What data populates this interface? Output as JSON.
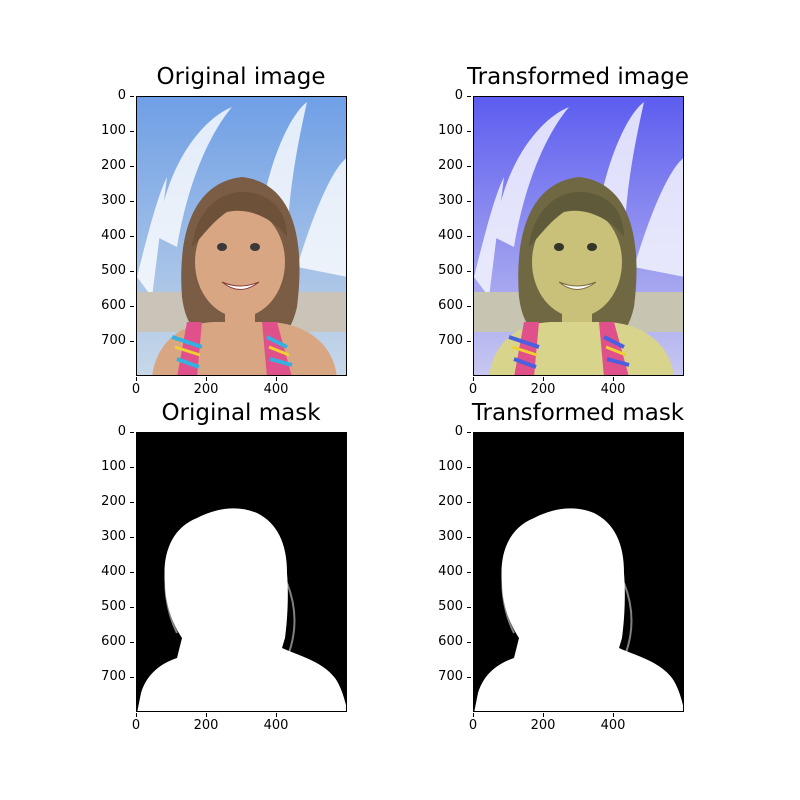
{
  "panels": [
    {
      "title": "Original image",
      "kind": "photo",
      "variant": "original"
    },
    {
      "title": "Transformed image",
      "kind": "photo",
      "variant": "transformed"
    },
    {
      "title": "Original mask",
      "kind": "mask"
    },
    {
      "title": "Transformed mask",
      "kind": "mask"
    }
  ],
  "axes": {
    "y_ticks": [
      "0",
      "100",
      "200",
      "300",
      "400",
      "500",
      "600",
      "700"
    ],
    "x_ticks": [
      "0",
      "200",
      "400"
    ]
  },
  "colors": {
    "mask_background": "#000000",
    "mask_foreground": "#ffffff",
    "sky_original": "#7fa7e6",
    "sky_transformed": "#6a6af0",
    "skin_original": "#d9a684",
    "skin_transformed": "#c9c07a"
  }
}
